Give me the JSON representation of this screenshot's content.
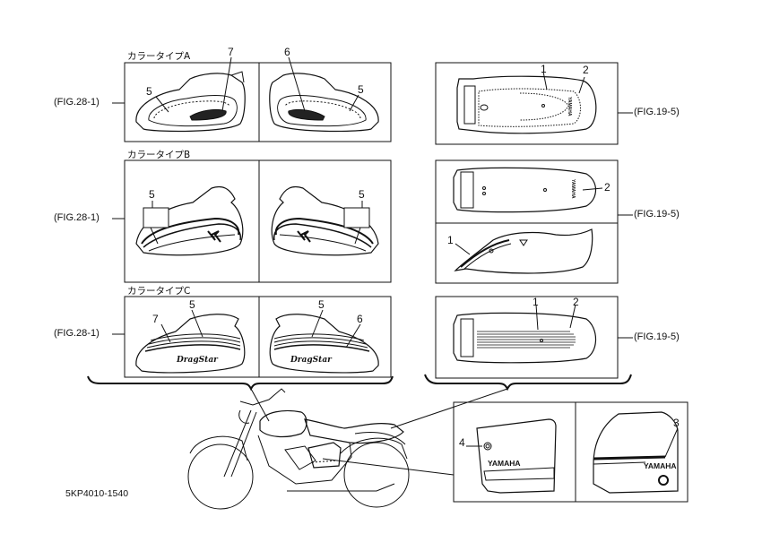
{
  "captions": {
    "type_a": "カラータイプA",
    "type_b": "カラータイプB",
    "type_c": "カラータイプC"
  },
  "fig_refs": {
    "left_a": "(FIG.28-1)",
    "left_b": "(FIG.28-1)",
    "left_c": "(FIG.28-1)",
    "right_a": "(FIG.19-5)",
    "right_b": "(FIG.19-5)",
    "right_c": "(FIG.19-5)"
  },
  "callouts": {
    "a_left_5": "5",
    "a_left_7": "7",
    "a_right_6": "6",
    "a_right_5": "5",
    "b_left_5": "5",
    "b_right_5": "5",
    "c_left_7": "7",
    "c_left_5": "5",
    "c_right_5": "5",
    "c_right_6": "6",
    "ra_1": "1",
    "ra_2": "2",
    "rb_2": "2",
    "rb_1": "1",
    "rc_1": "1",
    "rc_2": "2",
    "side_4": "4",
    "side_3": "3"
  },
  "emblems": {
    "yamaha_left": "YAMAHA",
    "yamaha_right": "YAMAHA",
    "seat_a": "YAMAHA",
    "seat_b": "YAMAHA",
    "tank_c_left": "DragStar",
    "tank_c_right": "DragStar"
  },
  "drawing_code": "5KP4010-1540"
}
